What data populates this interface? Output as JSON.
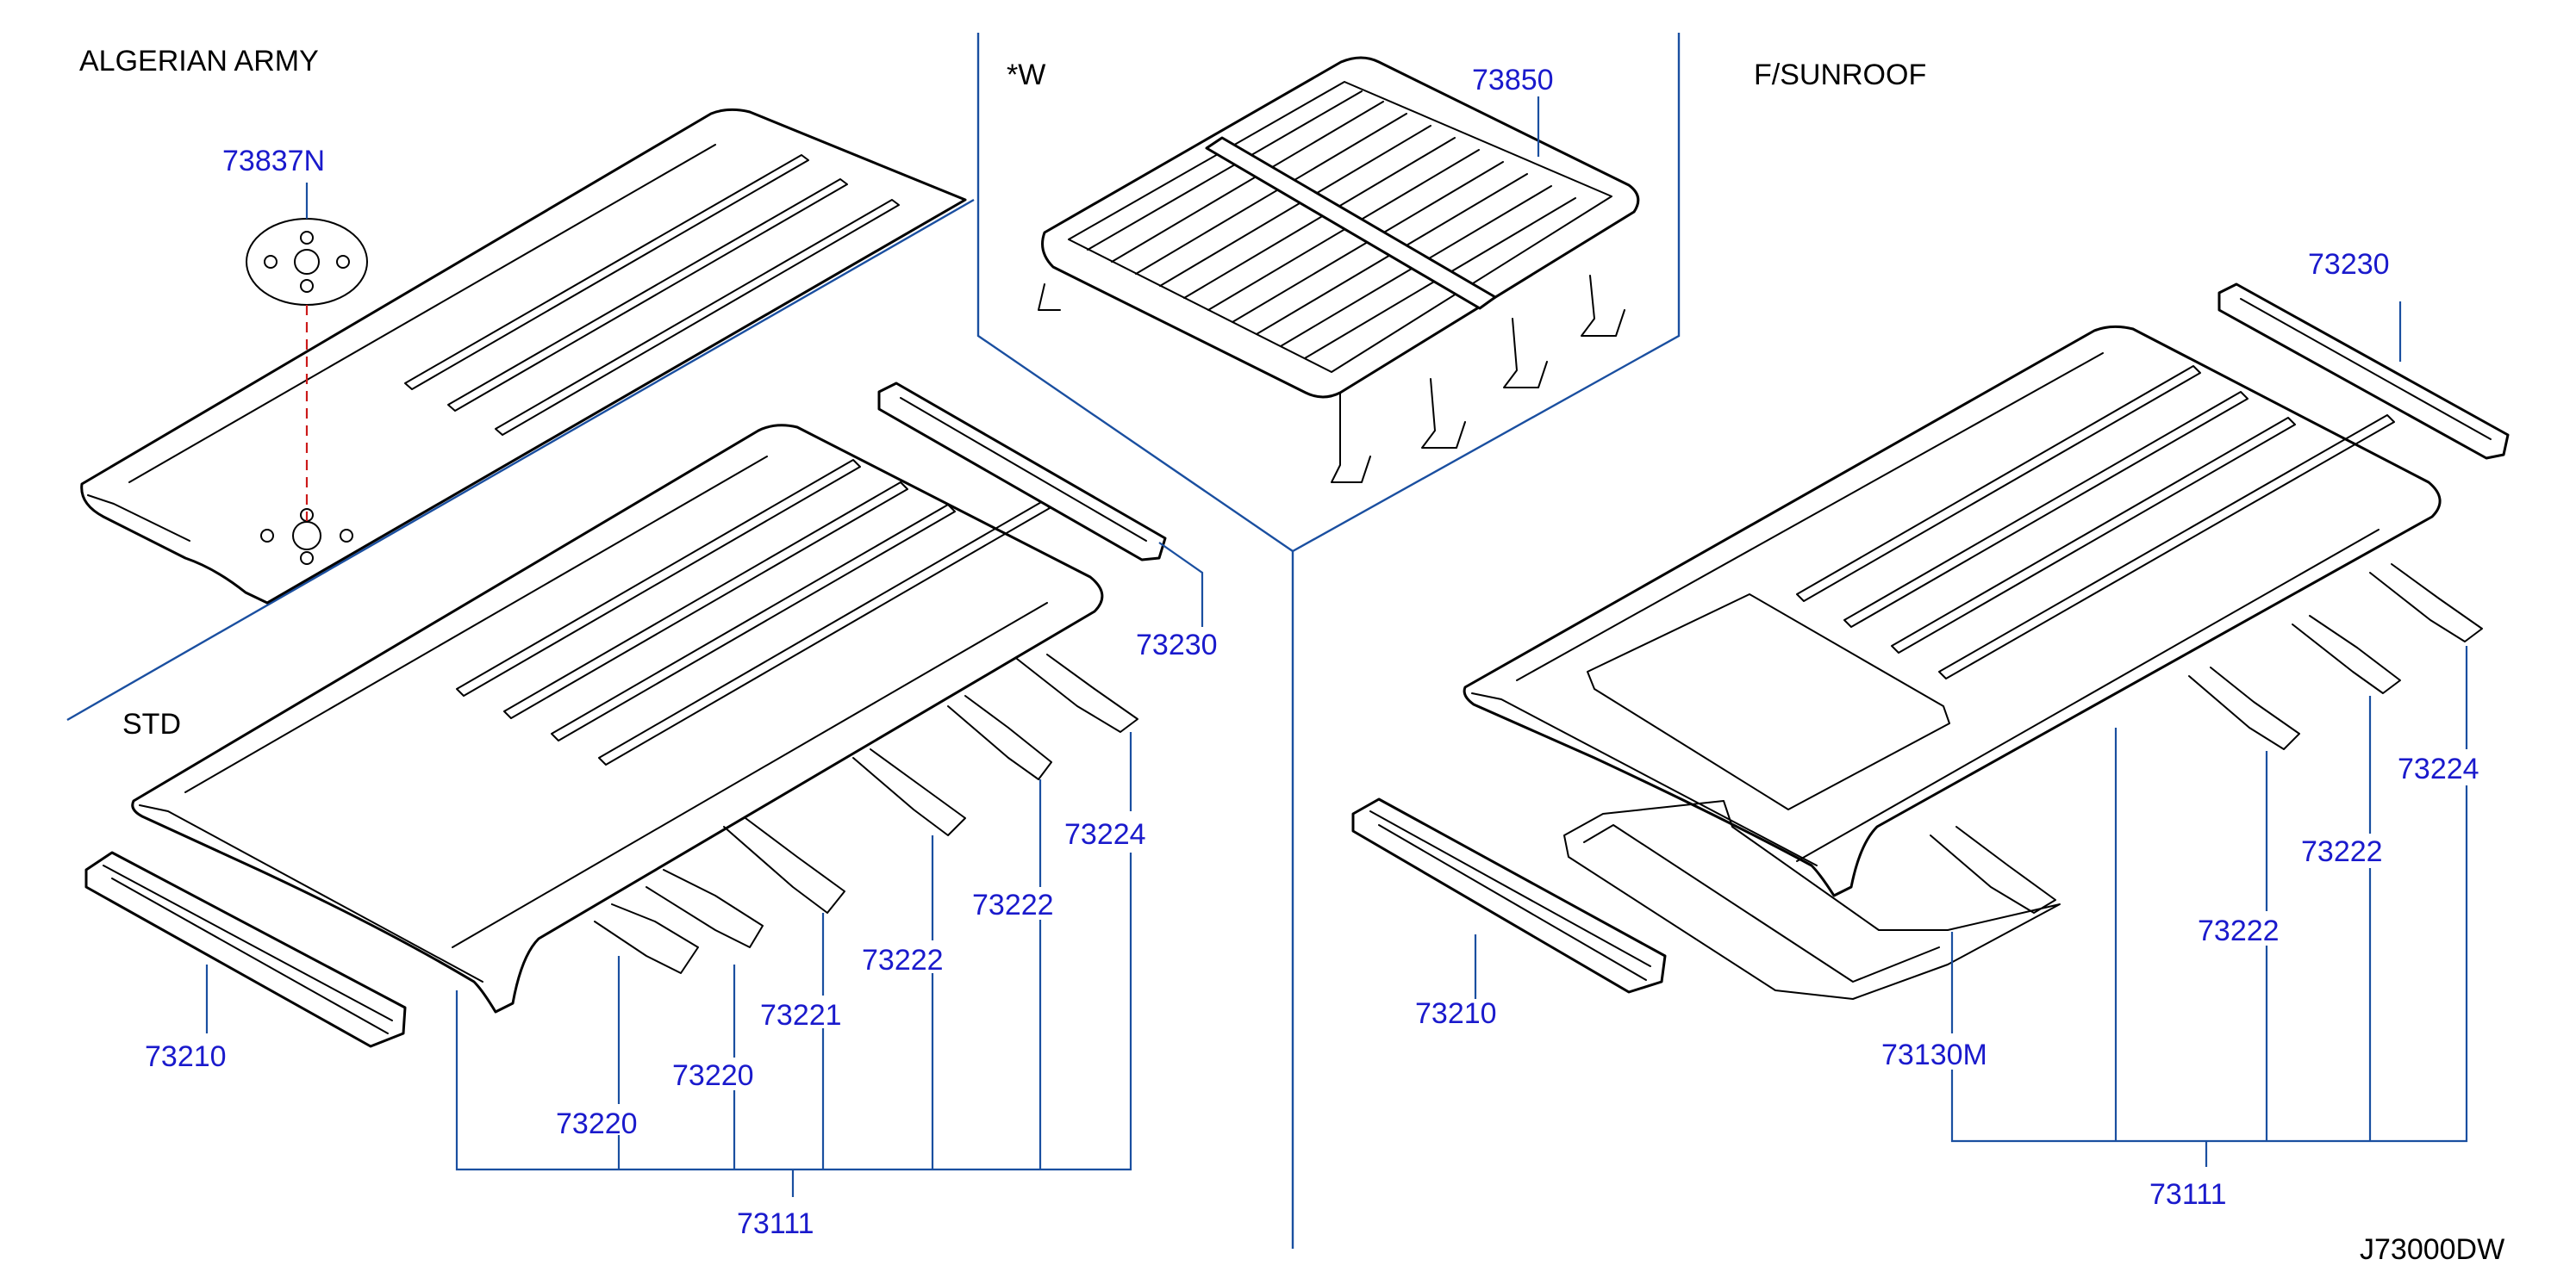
{
  "sections": {
    "algerian_army": "ALGERIAN ARMY",
    "w": "*W",
    "f_sunroof": "F/SUNROOF",
    "std": "STD"
  },
  "parts": {
    "p73837N": "73837N",
    "p73850": "73850",
    "p73230_left": "73230",
    "p73230_right": "73230",
    "p73224_left": "73224",
    "p73224_right": "73224",
    "p73222_left_a": "73222",
    "p73222_left_b": "73222",
    "p73222_right_a": "73222",
    "p73222_right_b": "73222",
    "p73221": "73221",
    "p73220_a": "73220",
    "p73220_b": "73220",
    "p73210_left": "73210",
    "p73210_right": "73210",
    "p73111_left": "73111",
    "p73111_right": "73111",
    "p73130M": "73130M"
  },
  "diagram_code": "J73000DW",
  "colors": {
    "part_number": "#1a1acc",
    "leader_line": "#1a4fa0",
    "dashed_guide": "#cc1a1a",
    "outline": "#000000"
  }
}
